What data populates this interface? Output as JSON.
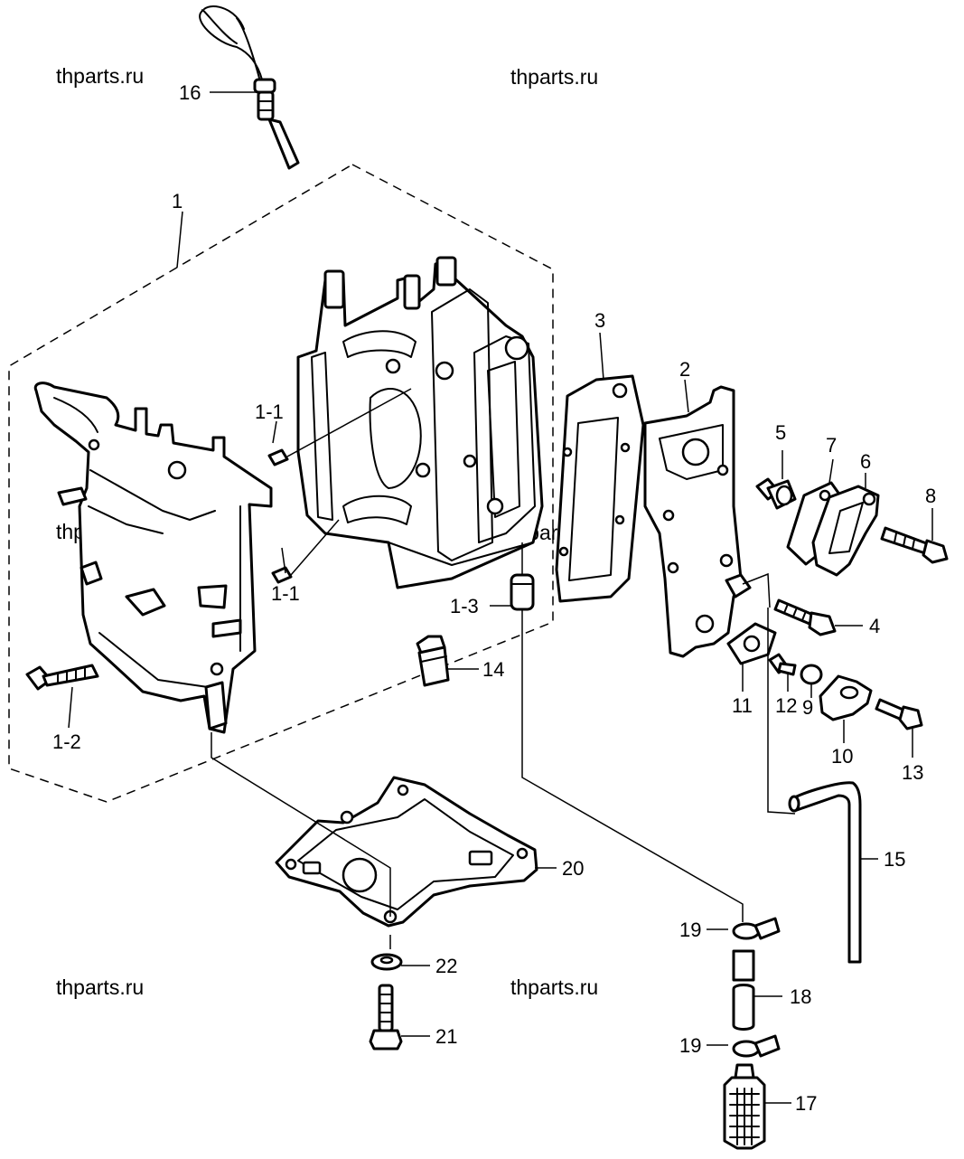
{
  "watermarks": [
    "thparts.ru",
    "thparts.ru",
    "thparts.ru",
    "thparts.ru",
    "thparts.ru",
    "thparts.ru"
  ],
  "callouts": {
    "p1": "1",
    "p1_1a": "1-1",
    "p1_1b": "1-1",
    "p1_2": "1-2",
    "p1_3": "1-3",
    "p2": "2",
    "p3": "3",
    "p4": "4",
    "p5": "5",
    "p6": "6",
    "p7": "7",
    "p8": "8",
    "p9": "9",
    "p10": "10",
    "p11": "11",
    "p12": "12",
    "p13": "13",
    "p14": "14",
    "p15": "15",
    "p16": "16",
    "p17": "17",
    "p18": "18",
    "p19a": "19",
    "p19b": "19",
    "p20": "20",
    "p21": "21",
    "p22": "22"
  }
}
